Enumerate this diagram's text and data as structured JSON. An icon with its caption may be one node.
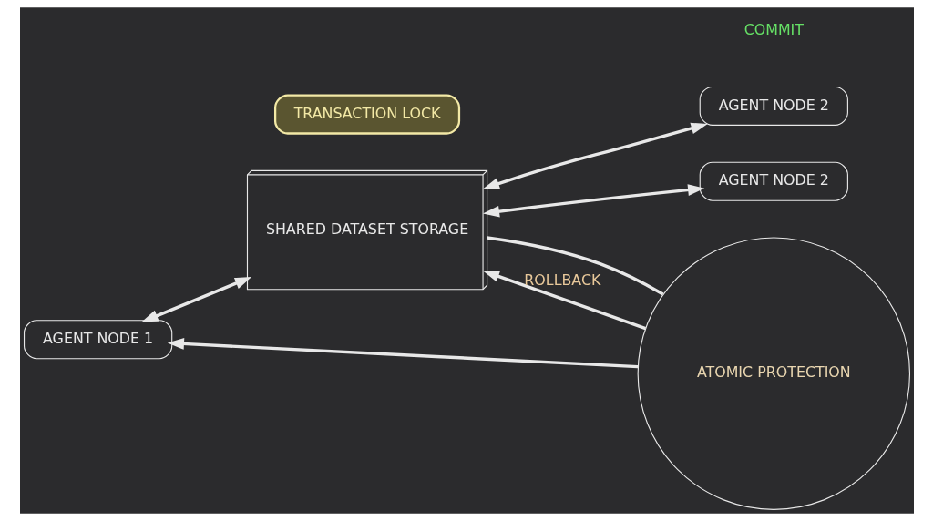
{
  "diagram": {
    "nodes": [
      {
        "text": [
          "AGENT NODE 1"
        ]
      },
      {
        "text": [
          "TRANSACTION LOCK"
        ]
      },
      {
        "text": [
          "SHARED DATASET STORAGE"
        ]
      },
      {
        "text": [
          "AGENT NODE 2"
        ]
      },
      {
        "text": [
          "AGENT NODE 2"
        ]
      },
      {
        "text": [
          "ATOMIC PROTECTION"
        ]
      }
    ],
    "edges": [
      {
        "from": 0,
        "to": 2,
        "arrow": "both"
      },
      {
        "from": 2,
        "to": 3,
        "arrow": "both"
      },
      {
        "from": 2,
        "to": 4,
        "arrow": "both"
      },
      {
        "from": 5,
        "to": 0,
        "arrow": "to"
      },
      {
        "from": 5,
        "to": 2,
        "arrow": "to",
        "label": "ROLLBACK"
      },
      {
        "from": 2,
        "to": 5,
        "arrow": "none"
      }
    ],
    "labels": [
      "COMMIT"
    ]
  }
}
